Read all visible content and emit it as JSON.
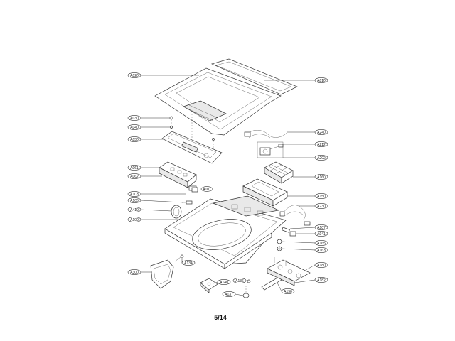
{
  "page_number": "5/14",
  "callouts": {
    "A020": "A020",
    "A010": "A010",
    "A030": "A030",
    "A040": "A040",
    "A050": "A050",
    "A061": "A061",
    "A062": "A062",
    "A101": "A101",
    "A103": "A103",
    "A105": "A105",
    "A410": "A410",
    "A100": "A100",
    "A240": "A240",
    "A212": "A212",
    "A202": "A202",
    "A160": "A160",
    "A150": "A150",
    "A230": "A230",
    "A107": "A107",
    "A041": "A041",
    "A165": "A165",
    "A163": "A163",
    "A300": "A300",
    "A134": "A134",
    "A140": "A140",
    "A137": "A137",
    "A136": "A136",
    "A190": "A190",
    "A180": "A180",
    "A182": "A182"
  }
}
